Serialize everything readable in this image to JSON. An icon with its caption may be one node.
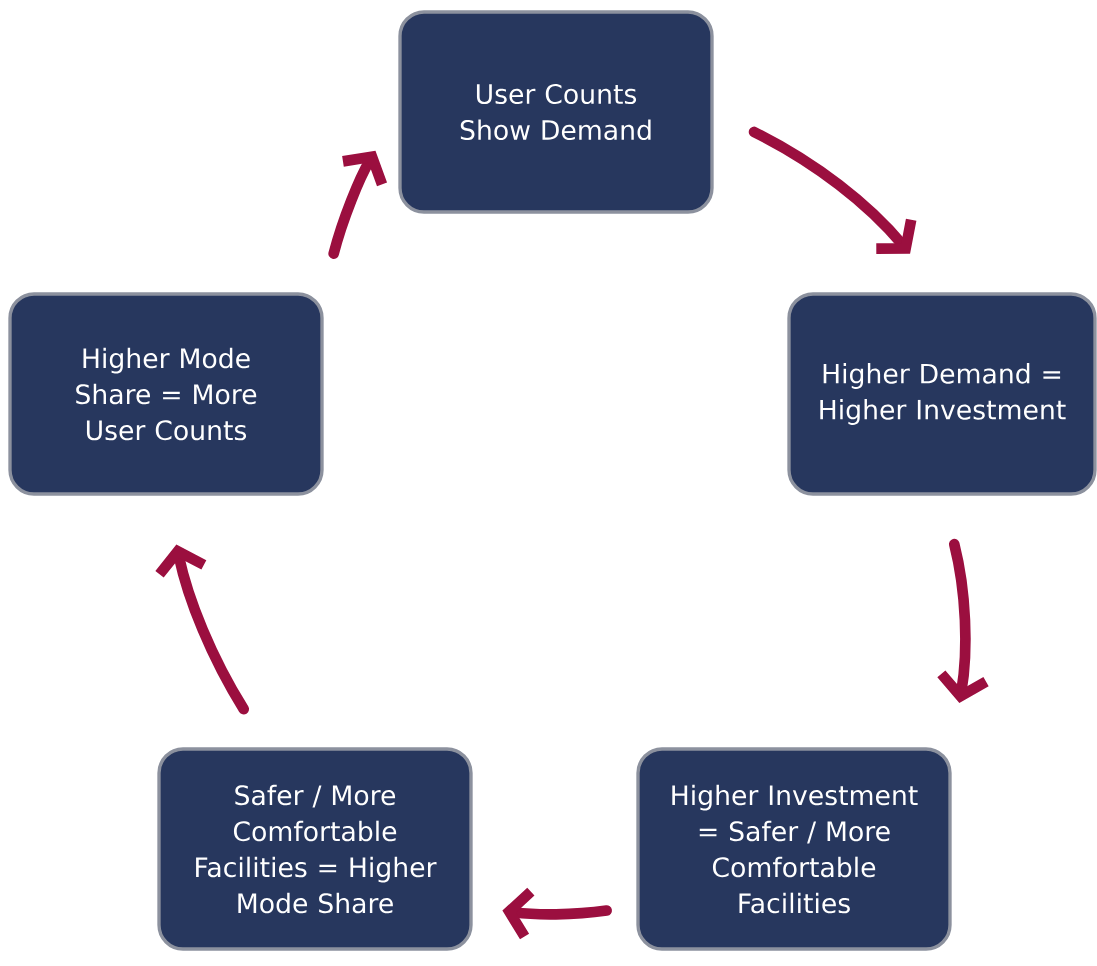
{
  "diagram": {
    "nodes": [
      {
        "text": [
          "User Counts Show Demand"
        ]
      },
      {
        "text": [
          "Higher Demand = Higher Investment"
        ]
      },
      {
        "text": [
          "Higher Investment = Safer / More Comfortable Facilities"
        ]
      },
      {
        "text": [
          "Safer / More Comfortable Facilities = Higher Mode Share"
        ]
      },
      {
        "text": [
          "Higher Mode Share = More User Counts"
        ]
      }
    ],
    "edges": [
      {
        "from": 0,
        "to": 1,
        "arrow": "to"
      },
      {
        "from": 1,
        "to": 2,
        "arrow": "to"
      },
      {
        "from": 2,
        "to": 3,
        "arrow": "to"
      },
      {
        "from": 3,
        "to": 4,
        "arrow": "to"
      },
      {
        "from": 4,
        "to": 0,
        "arrow": "to"
      }
    ]
  }
}
